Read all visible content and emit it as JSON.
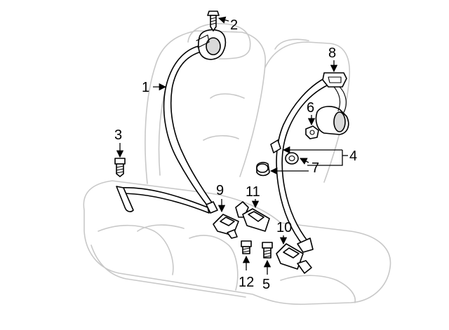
{
  "diagram": {
    "callouts": {
      "c1": "1",
      "c2": "2",
      "c3": "3",
      "c4": "4",
      "c5": "5",
      "c6": "6",
      "c7": "7",
      "c8": "8",
      "c9": "9",
      "c10": "10",
      "c11": "11",
      "c12": "12"
    },
    "colors": {
      "lines": "#000000",
      "seat_outline": "#c8c8c8",
      "part_shading": "#d9d9d9",
      "background": "#ffffff"
    }
  }
}
